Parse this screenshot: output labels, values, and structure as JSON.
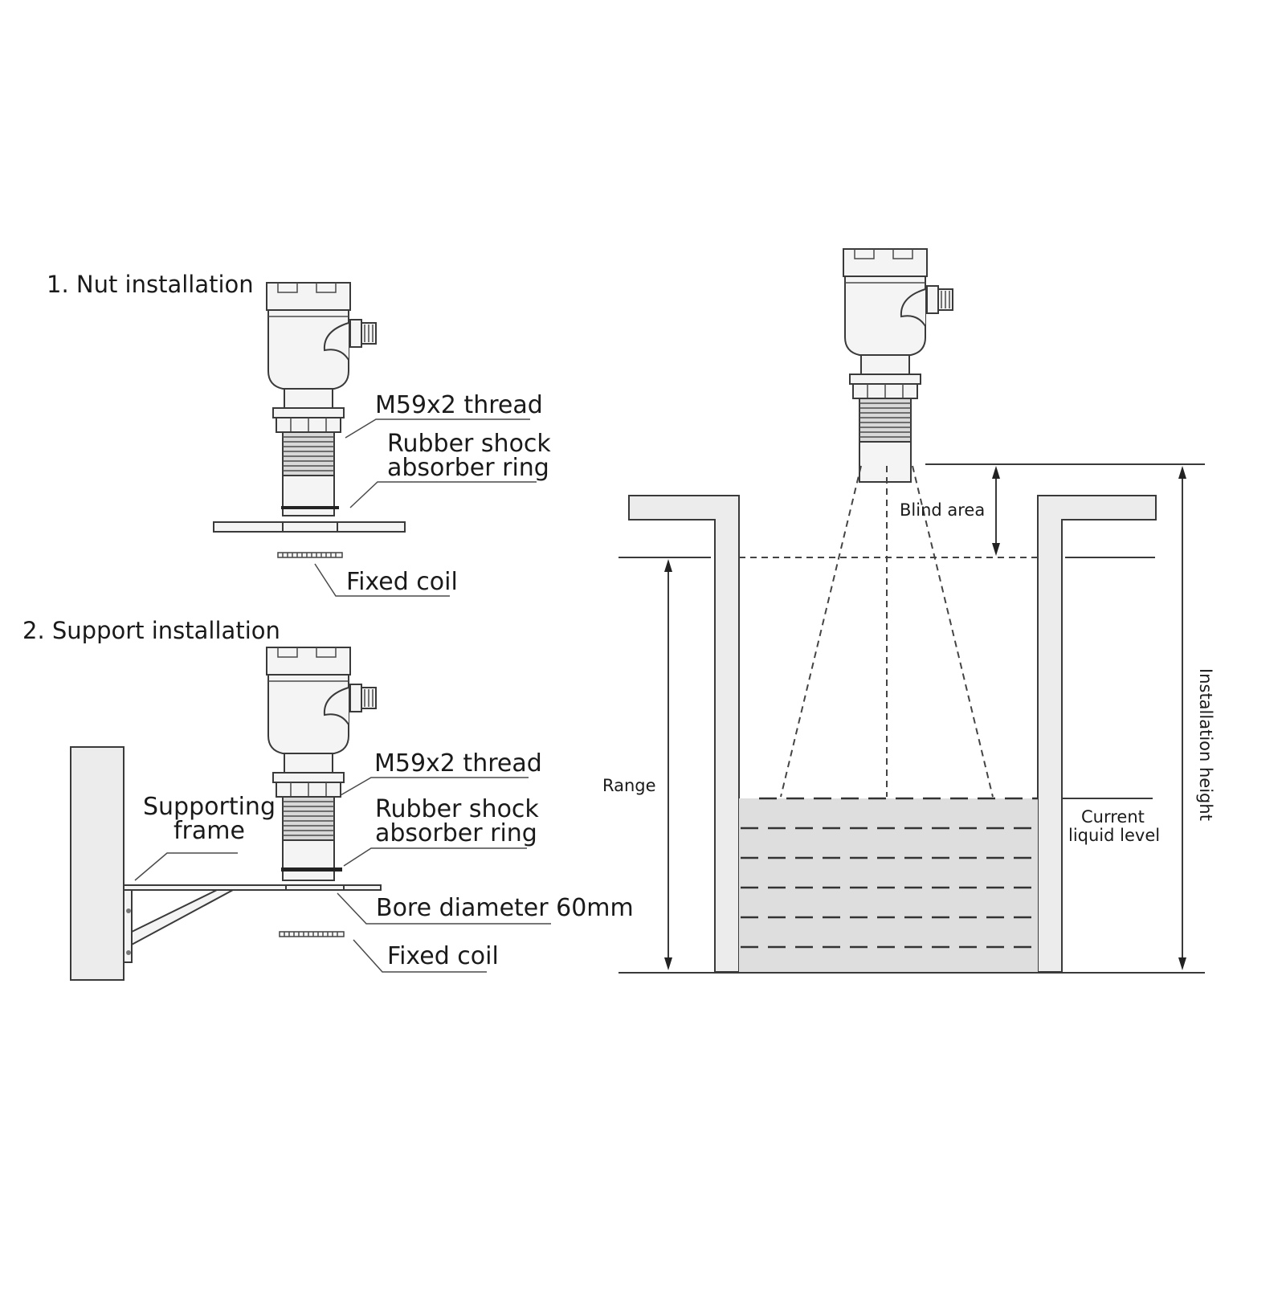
{
  "left_panel": {
    "nut_title": "1. Nut installation",
    "support_title": "2. Support installation",
    "nut_labels": {
      "thread": "M59x2 thread",
      "rubber_line1": "Rubber shock",
      "rubber_line2": "absorber ring",
      "fixed_coil": "Fixed coil"
    },
    "support_labels": {
      "thread": "M59x2 thread",
      "rubber_line1": "Rubber shock",
      "rubber_line2": "absorber ring",
      "frame_line1": "Supporting",
      "frame_line2": "frame",
      "bore": "Bore diameter 60mm",
      "fixed_coil": "Fixed coil"
    }
  },
  "right_panel": {
    "blind_area": "Blind area",
    "range": "Range",
    "current_line1": "Current",
    "current_line2": "liquid level",
    "installation_height": "Installation height"
  }
}
